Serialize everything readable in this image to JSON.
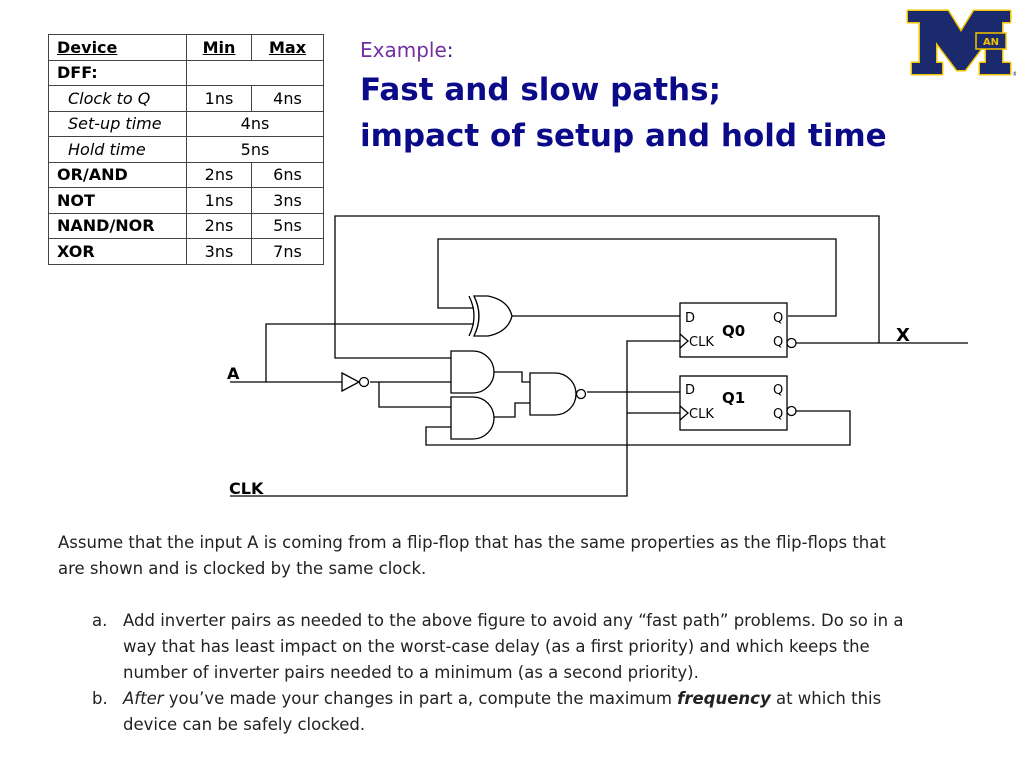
{
  "timing_table": {
    "headers": [
      "Device",
      "Min",
      "Max"
    ],
    "rows": [
      {
        "device": "DFF:",
        "min": "",
        "max": ""
      },
      {
        "device": "Clock to Q",
        "min": "1ns",
        "max": "4ns"
      },
      {
        "device": "Set-up time",
        "value": "4ns"
      },
      {
        "device": "Hold time",
        "value": "5ns"
      },
      {
        "device": "OR/AND",
        "min": "2ns",
        "max": "6ns"
      },
      {
        "device": "NOT",
        "min": "1ns",
        "max": "3ns"
      },
      {
        "device": "NAND/NOR",
        "min": "2ns",
        "max": "5ns"
      },
      {
        "device": "XOR",
        "min": "3ns",
        "max": "7ns"
      }
    ]
  },
  "title": {
    "label": "Example",
    "colon": ":",
    "line1": "Fast and slow paths;",
    "line2": "impact of setup and hold time"
  },
  "logo": {
    "text": "AN",
    "colors": {
      "blue": "#1a2a6c",
      "maize": "#f2c400"
    }
  },
  "circuit": {
    "input_a": "A",
    "clk": "CLK",
    "output_x": "X",
    "ff0": {
      "d": "D",
      "clk": "CLK",
      "name": "Q0",
      "q": "Q",
      "qbar": "Q"
    },
    "ff1": {
      "d": "D",
      "clk": "CLK",
      "name": "Q1",
      "q": "Q",
      "qbar": "Q"
    }
  },
  "problem": {
    "intro_line1": "Assume that the input A is coming from a flip-flop that has the same properties as the flip-flops that",
    "intro_line2": "are shown and is clocked by the same clock.",
    "a_marker": "a.",
    "a_line1": "Add inverter pairs as needed to the above figure to avoid any “fast path” problems.  Do so in a",
    "a_line2": "way that has least impact on the worst-case delay (as a first priority) and which keeps the",
    "a_line3": "number of inverter pairs needed to a minimum (as a second priority).",
    "b_marker": "b.",
    "b_after": "After",
    "b_mid": " you’ve made your changes in part a, compute the maximum ",
    "b_freq": "frequency",
    "b_end": " at which this",
    "b_line2": "device can be safely clocked."
  }
}
